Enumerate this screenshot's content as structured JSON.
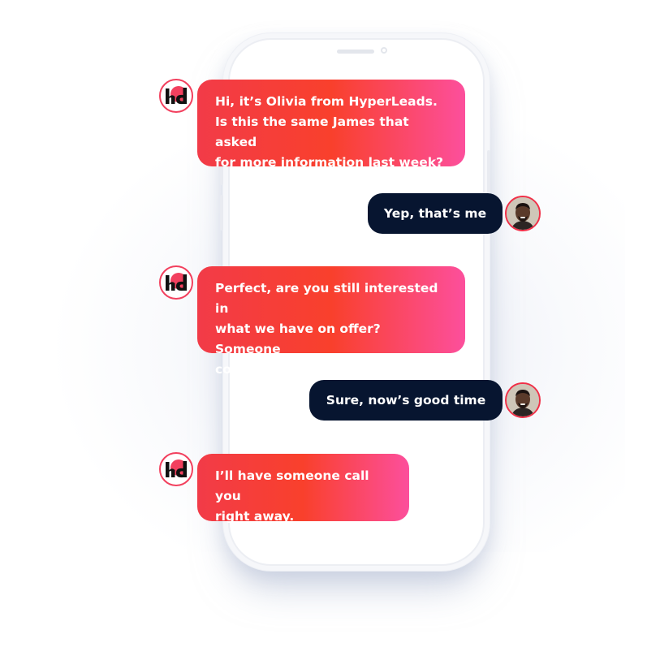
{
  "brand": {
    "logo_icon": "hd-logo-icon",
    "primary_gradient": [
      "#f23b48",
      "#f9402c",
      "#fc4f9c"
    ],
    "outgoing_color": "#071530"
  },
  "conversation": {
    "messages": [
      {
        "sender": "agent",
        "text": "Hi, it’s Olivia from HyperLeads.\nIs this the same James that asked\nfor more information last week?"
      },
      {
        "sender": "user",
        "text": "Yep, that’s me"
      },
      {
        "sender": "agent",
        "text": "Perfect, are you still interested in\nwhat we have on offer? Someone\ncould talk to you now."
      },
      {
        "sender": "user",
        "text": "Sure, now’s good time"
      },
      {
        "sender": "agent",
        "text": "I’ll have someone call you\nright away."
      }
    ]
  }
}
